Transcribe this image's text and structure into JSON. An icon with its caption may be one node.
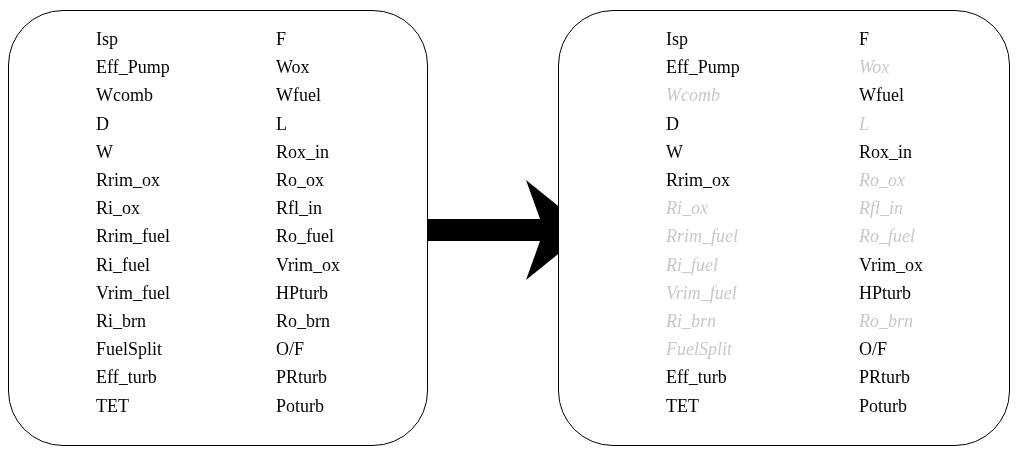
{
  "diagram": {
    "nodes": [
      {
        "text": [
          "Isp",
          "F",
          "Eff_Pump",
          "Wox",
          "Wcomb",
          "Wfuel",
          "D",
          "L",
          "W",
          "Rox_in",
          "Rrim_ox",
          "Ro_ox",
          "Ri_ox",
          "Rfl_in",
          "Rrim_fuel",
          "Ro_fuel",
          "Ri_fuel",
          "Vrim_ox",
          "Vrim_fuel",
          "HPturb",
          "Ri_brn",
          "Ro_brn",
          "FuelSplit",
          "O/F",
          "Eff_turb",
          "PRturb",
          "TET",
          "Poturb"
        ]
      },
      {
        "text": [
          "Isp",
          "F",
          "Eff_Pump",
          "*Wox*",
          "*Wcomb*",
          "Wfuel",
          "D",
          "*L*",
          "W",
          "Rox_in",
          "Rrim_ox",
          "*Ro_ox*",
          "*Ri_ox*",
          "*Rfl_in*",
          "*Rrim_fuel*",
          "*Ro_fuel*",
          "*Ri_fuel*",
          "Vrim_ox",
          "*Vrim_fuel*",
          "HPturb",
          "*Ri_brn*",
          "*Ro_brn*",
          "*FuelSplit*",
          "O/F",
          "Eff_turb",
          "PRturb",
          "TET",
          "Poturb"
        ]
      }
    ],
    "edges": [
      {
        "from": 0,
        "to": 1,
        "arrow": "to"
      }
    ]
  }
}
